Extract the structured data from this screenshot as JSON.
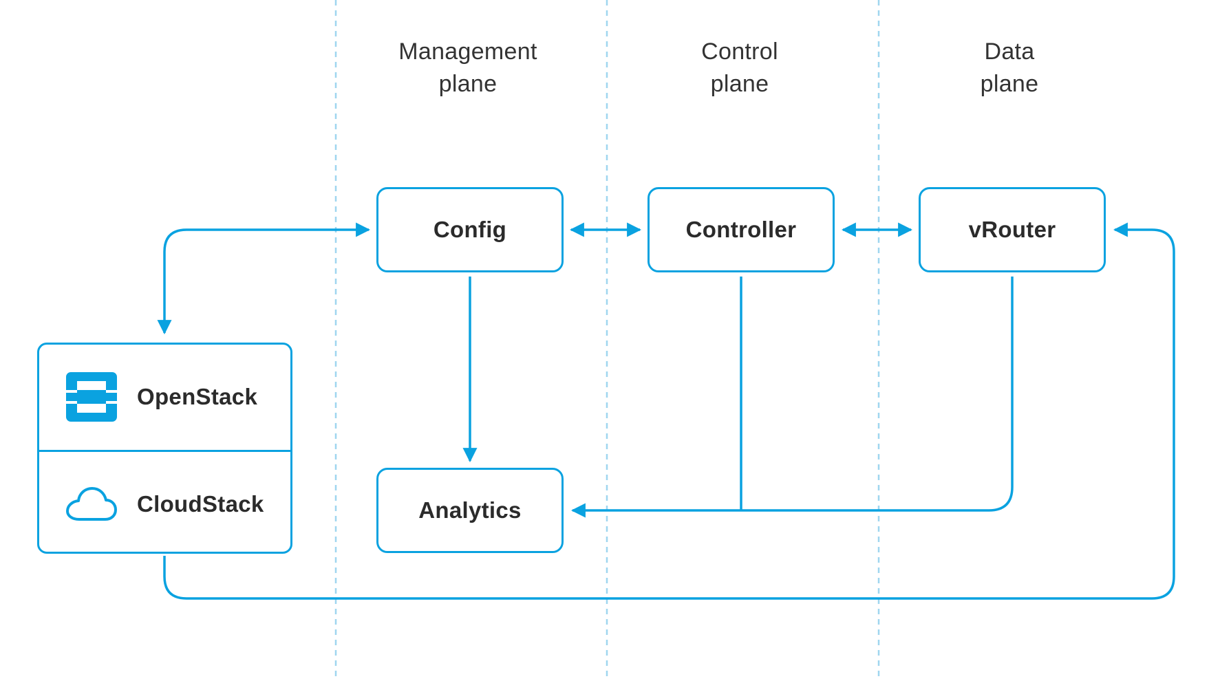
{
  "planes": [
    {
      "line1": "Management",
      "line2": "plane"
    },
    {
      "line1": "Control",
      "line2": "plane"
    },
    {
      "line1": "Data",
      "line2": "plane"
    }
  ],
  "nodes": {
    "config": "Config",
    "controller": "Controller",
    "vrouter": "vRouter",
    "analytics": "Analytics"
  },
  "platforms": [
    {
      "label": "OpenStack",
      "icon": "openstack-logo-icon"
    },
    {
      "label": "CloudStack",
      "icon": "cloud-icon"
    }
  ],
  "colors": {
    "accent": "#0aa2e0",
    "divider": "#9fd6ef",
    "text": "#2b2b2b"
  }
}
